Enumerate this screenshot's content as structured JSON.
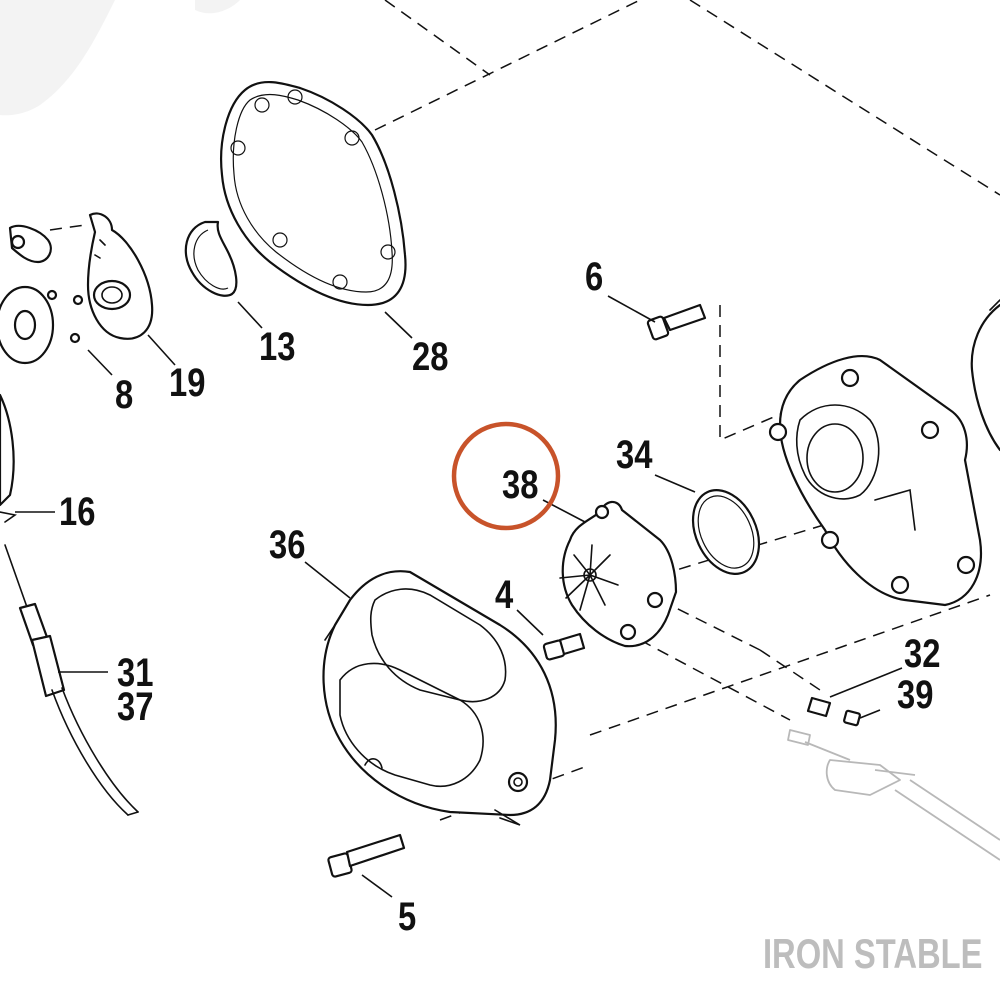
{
  "diagram": {
    "callouts": {
      "p6": "6",
      "p13": "13",
      "p28": "28",
      "p19": "19",
      "p8": "8",
      "p16": "16",
      "p34": "34",
      "p38": "38",
      "p36": "36",
      "p4": "4",
      "p32": "32",
      "p39": "39",
      "p31": "31",
      "p37": "37",
      "p5": "5"
    },
    "watermark": "IRON STABLE",
    "highlighted_part": "38",
    "colors": {
      "ink": "#111111",
      "highlight_ring": "#c8532a",
      "watermark": "#bdbdbd",
      "ghost_parts": "#b8b8b8"
    }
  }
}
